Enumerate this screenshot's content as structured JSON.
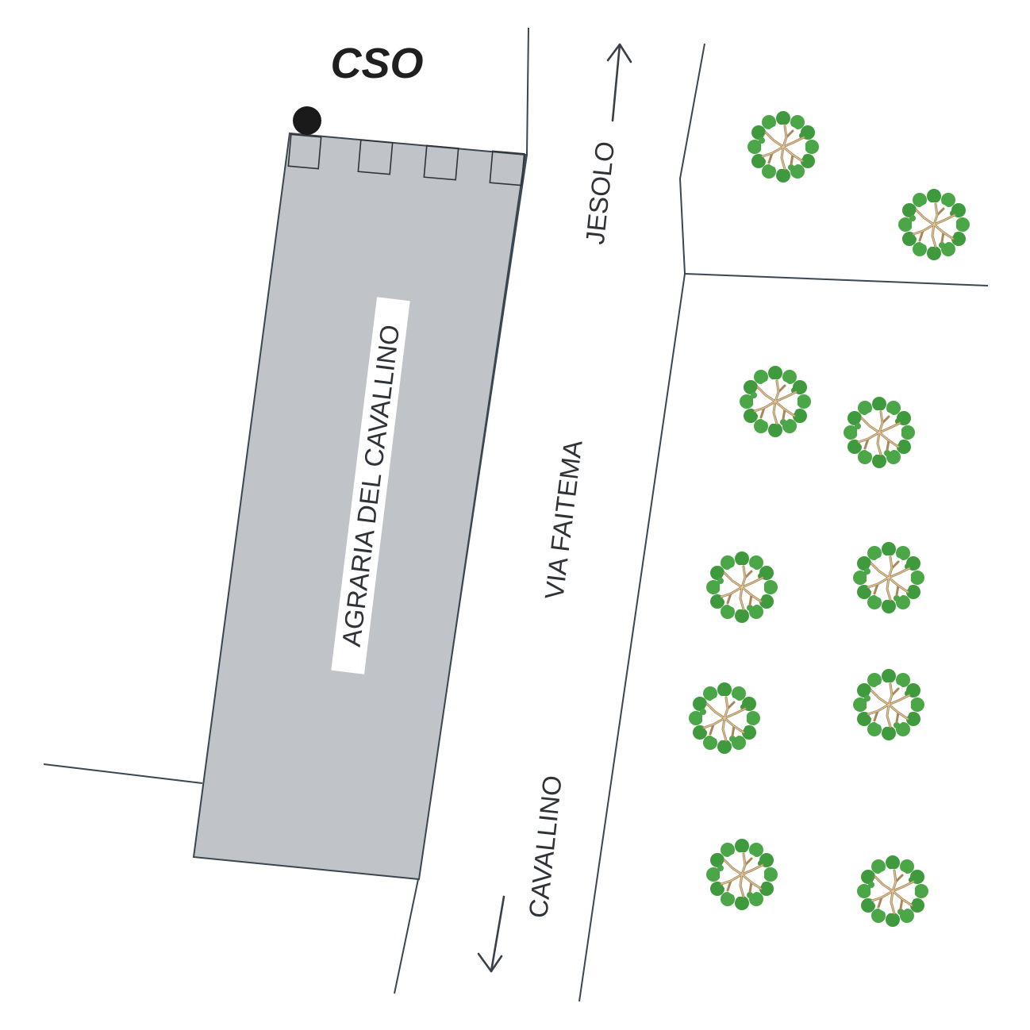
{
  "map": {
    "marker_label": "CSO",
    "building_label": "AGRARIA DEL CAVALLINO",
    "street_label": "VIA FAITEMA",
    "direction_north_label": "JESOLO",
    "direction_south_label": "CAVALLINO",
    "colors": {
      "building_fill": "#c0c3c7",
      "road_line": "#3a4650",
      "tree_foliage": "#3e9a3c",
      "tree_branch": "#b08a5a",
      "marker": "#1a1a1a"
    },
    "icons": {
      "marker": "cso-point-icon",
      "tree": "tree-icon",
      "arrow_north": "arrow-north-icon",
      "arrow_south": "arrow-south-icon"
    }
  }
}
